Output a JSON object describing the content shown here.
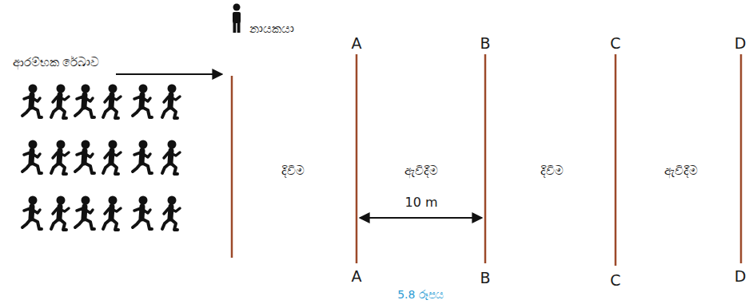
{
  "diagram": {
    "caption": "5.8 රූපය",
    "labels": [
      "නායකයා",
      "ආරම්භක රේඛාව",
      "A",
      "B",
      "C",
      "D",
      "දිවීම",
      "ඇවිදීම",
      "දිවීම",
      "ඇවිදීම",
      "10 m",
      "A",
      "B",
      "C",
      "D"
    ]
  }
}
